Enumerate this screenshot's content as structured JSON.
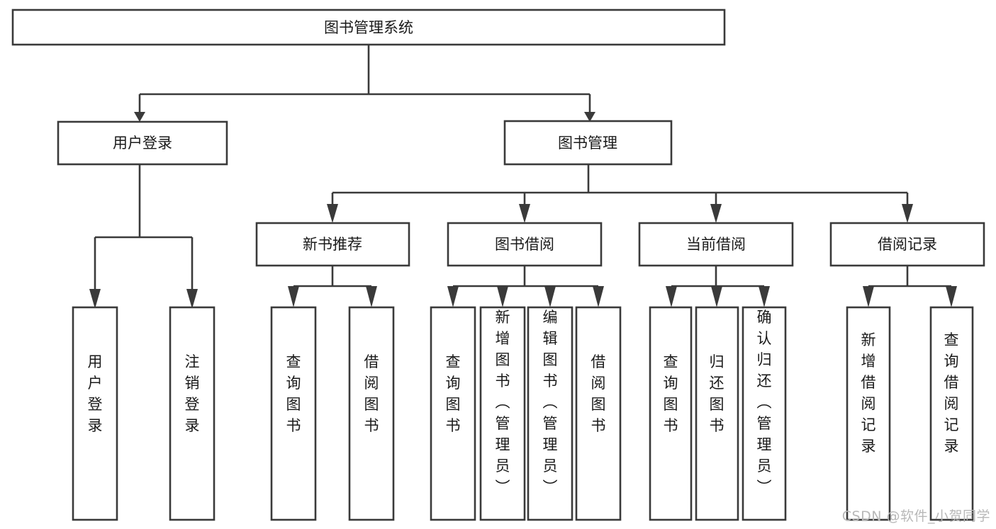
{
  "diagram": {
    "title": "图书管理系统",
    "type": "tree-hierarchy",
    "orientation": "top-down",
    "colors": {
      "box_stroke": "#3a3a3a",
      "box_fill": "#ffffff",
      "line": "#3a3a3a",
      "text": "#1a1a1a",
      "background": "#ffffff",
      "watermark": "#b8b8b8"
    },
    "root": {
      "label": "图书管理系统",
      "orientation": "horizontal"
    },
    "level2": [
      {
        "label": "用户登录",
        "orientation": "horizontal"
      },
      {
        "label": "图书管理",
        "orientation": "horizontal"
      }
    ],
    "level3": [
      {
        "label": "新书推荐",
        "orientation": "horizontal"
      },
      {
        "label": "图书借阅",
        "orientation": "horizontal"
      },
      {
        "label": "当前借阅",
        "orientation": "horizontal"
      },
      {
        "label": "借阅记录",
        "orientation": "horizontal"
      }
    ],
    "leaves": {
      "user_login": [
        {
          "label": "用户登录",
          "orientation": "vertical"
        },
        {
          "label": "注销登录",
          "orientation": "vertical"
        }
      ],
      "new_book_recommend": [
        {
          "label": "查询图书",
          "orientation": "vertical"
        },
        {
          "label": "借阅图书",
          "orientation": "vertical"
        }
      ],
      "book_borrow": [
        {
          "label": "查询图书",
          "orientation": "vertical"
        },
        {
          "label": "新增图书（管理员）",
          "orientation": "vertical"
        },
        {
          "label": "编辑图书（管理员）",
          "orientation": "vertical"
        },
        {
          "label": "借阅图书",
          "orientation": "vertical"
        }
      ],
      "current_borrow": [
        {
          "label": "查询图书",
          "orientation": "vertical"
        },
        {
          "label": "归还图书",
          "orientation": "vertical"
        },
        {
          "label": "确认归还（管理员）",
          "orientation": "vertical"
        }
      ],
      "borrow_record": [
        {
          "label": "新增借阅记录",
          "orientation": "vertical"
        },
        {
          "label": "查询借阅记录",
          "orientation": "vertical"
        }
      ]
    }
  },
  "watermark": {
    "text": "CSDN @软件_小贺同学"
  }
}
